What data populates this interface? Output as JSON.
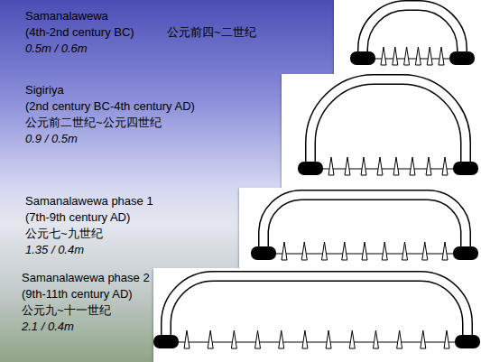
{
  "diagram": {
    "labels": [
      "Samanalawewa",
      "(4th-2nd century BC)",
      "公元前四~二世纪",
      "0.5m / 0.6m",
      "Sigiriya",
      "(2nd century BC-4th century AD)",
      "公元前二世纪~公元四世纪",
      "0.9 / 0.5m",
      "Samanalawewa phase 1",
      "(7th-9th century AD)",
      "公元七~九世纪",
      "1.35 / 0.4m",
      "Samanalawewa phase 2",
      "(9th-11th century AD)",
      "公元九~十一世纪",
      "2.1 / 0.4m"
    ]
  }
}
